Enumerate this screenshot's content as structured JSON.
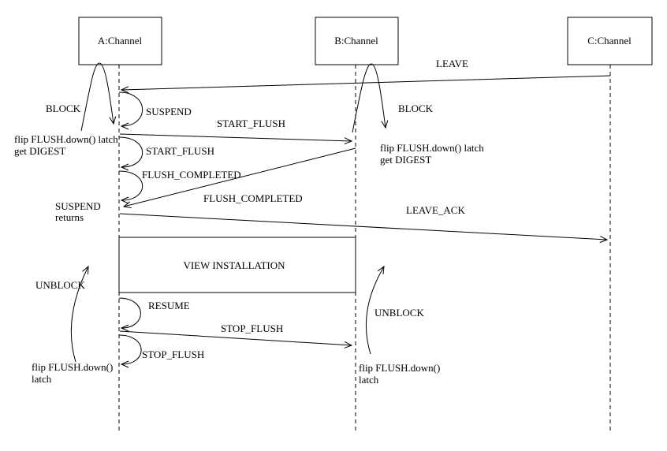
{
  "diagram_type": "message-sequence-chart",
  "colors": {
    "line": "#000000",
    "background": "#ffffff",
    "text": "#000000"
  },
  "actors": [
    {
      "id": "A",
      "label": "A:Channel"
    },
    {
      "id": "B",
      "label": "B:Channel"
    },
    {
      "id": "C",
      "label": "C:Channel"
    }
  ],
  "messages": [
    {
      "label": "LEAVE",
      "from": "C",
      "to": "A"
    },
    {
      "label": "SUSPEND",
      "kind": "self",
      "actor": "A"
    },
    {
      "label": "START_FLUSH",
      "from": "A",
      "to": "B"
    },
    {
      "label": "START_FLUSH",
      "kind": "self",
      "actor": "A"
    },
    {
      "label": "FLUSH_COMPLETED",
      "kind": "self",
      "actor": "A"
    },
    {
      "label": "FLUSH_COMPLETED",
      "from": "B",
      "to": "A"
    },
    {
      "label": "LEAVE_ACK",
      "from": "A",
      "to": "C"
    },
    {
      "label": "RESUME",
      "kind": "self",
      "actor": "A"
    },
    {
      "label": "STOP_FLUSH",
      "from": "A",
      "to": "B"
    },
    {
      "label": "STOP_FLUSH",
      "kind": "self",
      "actor": "A"
    }
  ],
  "frames": [
    {
      "label": "VIEW INSTALLATION"
    }
  ],
  "annotations": [
    {
      "id": "block-a",
      "label": "BLOCK"
    },
    {
      "id": "flip-latch-digest-a",
      "lines": [
        "flip FLUSH.down() latch",
        "get DIGEST"
      ]
    },
    {
      "id": "suspend-returns-a",
      "lines": [
        "SUSPEND",
        "returns"
      ]
    },
    {
      "id": "unblock-a",
      "label": "UNBLOCK"
    },
    {
      "id": "flip-latch-bottom-a",
      "lines": [
        "flip FLUSH.down()",
        "latch"
      ]
    },
    {
      "id": "block-b",
      "label": "BLOCK"
    },
    {
      "id": "flip-latch-digest-b",
      "lines": [
        "flip FLUSH.down() latch",
        "get DIGEST"
      ]
    },
    {
      "id": "unblock-b",
      "label": "UNBLOCK"
    },
    {
      "id": "flip-latch-bottom-b",
      "lines": [
        "flip FLUSH.down()",
        "latch"
      ]
    }
  ]
}
